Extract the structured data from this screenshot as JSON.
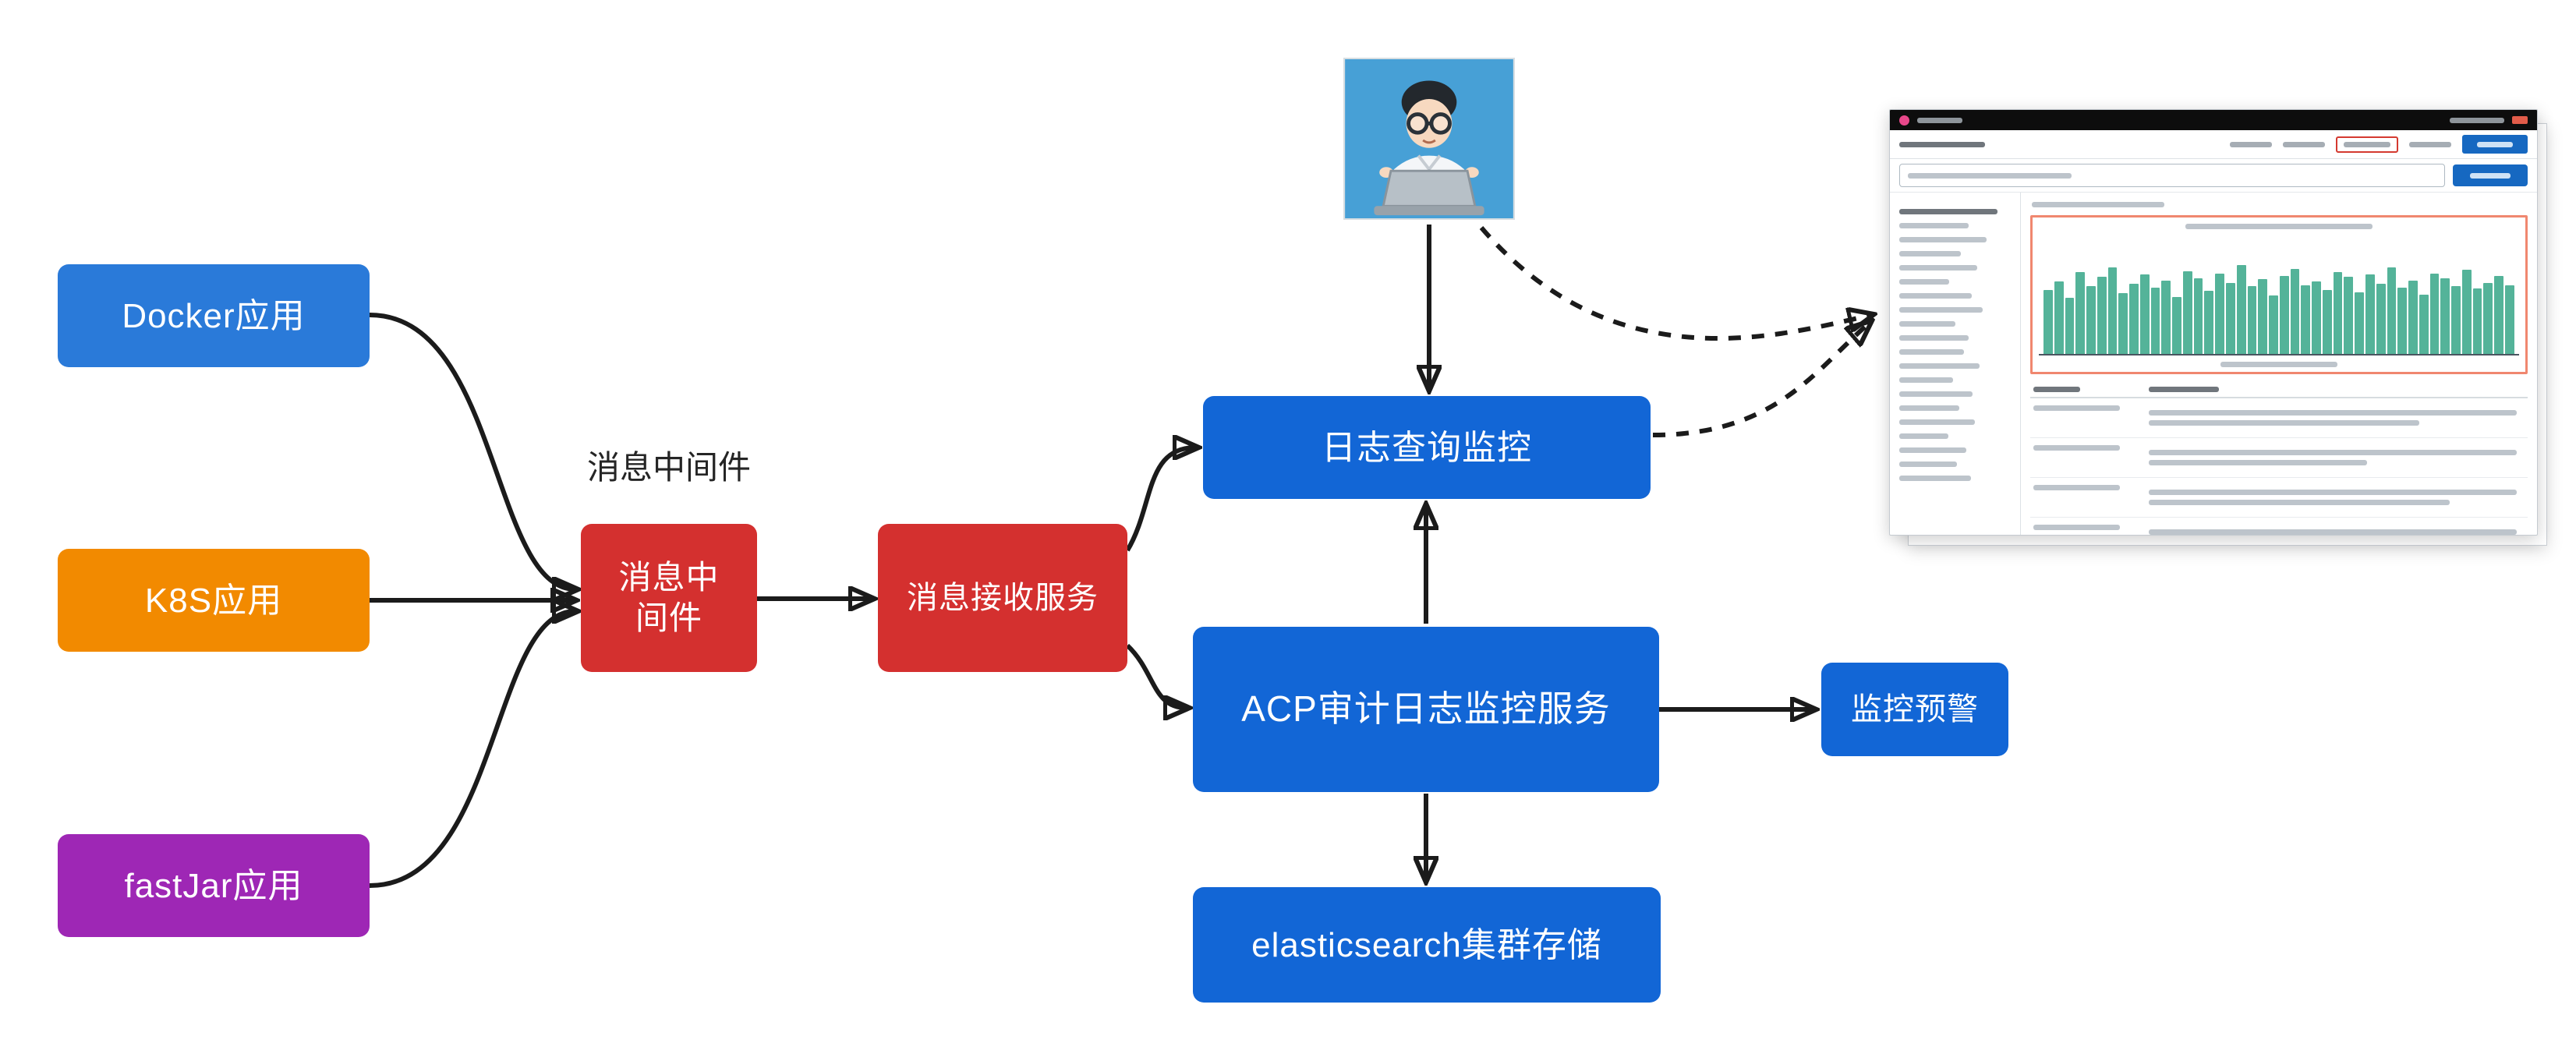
{
  "diagram": {
    "middleware_label": "消息中间件",
    "nodes": {
      "docker": {
        "label": "Docker应用",
        "color": "#2a7ad9"
      },
      "k8s": {
        "label": "K8S应用",
        "color": "#f28a00"
      },
      "fastjar": {
        "label": "fastJar应用",
        "color": "#9e27b5"
      },
      "middleware": {
        "line1": "消息中",
        "line2": "间件",
        "color": "#d4302f"
      },
      "receiver": {
        "label": "消息接收服务",
        "color": "#d4302f"
      },
      "log_query": {
        "label": "日志查询监控",
        "color": "#1266d6"
      },
      "acp_audit": {
        "label": "ACP审计日志监控服务",
        "color": "#1266d6"
      },
      "alert": {
        "label": "监控预警",
        "color": "#1266d6"
      },
      "es_storage": {
        "label": "elasticsearch集群存储",
        "color": "#1266d6"
      }
    },
    "arrow_color": "#1b1b1b"
  },
  "avatar": {
    "background": "#47a0d6"
  },
  "dashboard_preview": {
    "bar_color": "#54b399",
    "chart_highlight_border": "#f0876f",
    "button_color": "#1668c1",
    "histogram_bars": [
      55,
      62,
      48,
      70,
      58,
      66,
      74,
      52,
      60,
      68,
      57,
      63,
      49,
      71,
      65,
      54,
      69,
      61,
      76,
      58,
      64,
      50,
      67,
      73,
      59,
      62,
      55,
      70,
      66,
      53,
      68,
      60,
      74,
      57,
      63,
      51,
      69,
      65,
      58,
      72,
      56,
      61,
      67,
      59
    ],
    "sidebar_line_widths": [
      88,
      62,
      78,
      55,
      70,
      45,
      65,
      75,
      50,
      62,
      58,
      72,
      48,
      66,
      54,
      68,
      44,
      60,
      52,
      64
    ],
    "result_row_line2_widths": [
      72,
      58,
      80,
      64,
      70,
      55
    ]
  }
}
